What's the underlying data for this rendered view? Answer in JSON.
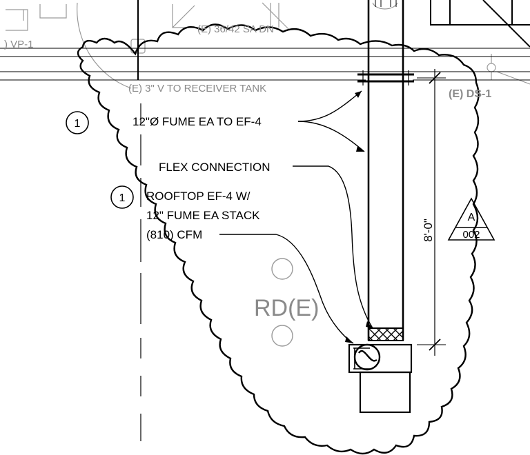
{
  "drawing": {
    "background_labels": {
      "sa_duct": "(E) 36/42 SA DN",
      "vp": ") VP-1",
      "vent_line": "(E) 3\" V TO RECEIVER TANK",
      "ds": "(E) DS-1",
      "drain": "RD(E)"
    },
    "callouts": {
      "fume_exhaust": "12\"Ø FUME EA TO EF-4",
      "flex": "FLEX CONNECTION",
      "fan_line1": "ROOFTOP EF-4 W/",
      "fan_line2": "12\" FUME EA STACK",
      "fan_line3": "(810) CFM"
    },
    "keynotes": [
      "1",
      "1"
    ],
    "dimension": "8'-0\"",
    "section_tag": {
      "letter": "A",
      "sheet": "002"
    },
    "colors": {
      "linework": "#000000",
      "existing": "#8a8a8a"
    }
  }
}
